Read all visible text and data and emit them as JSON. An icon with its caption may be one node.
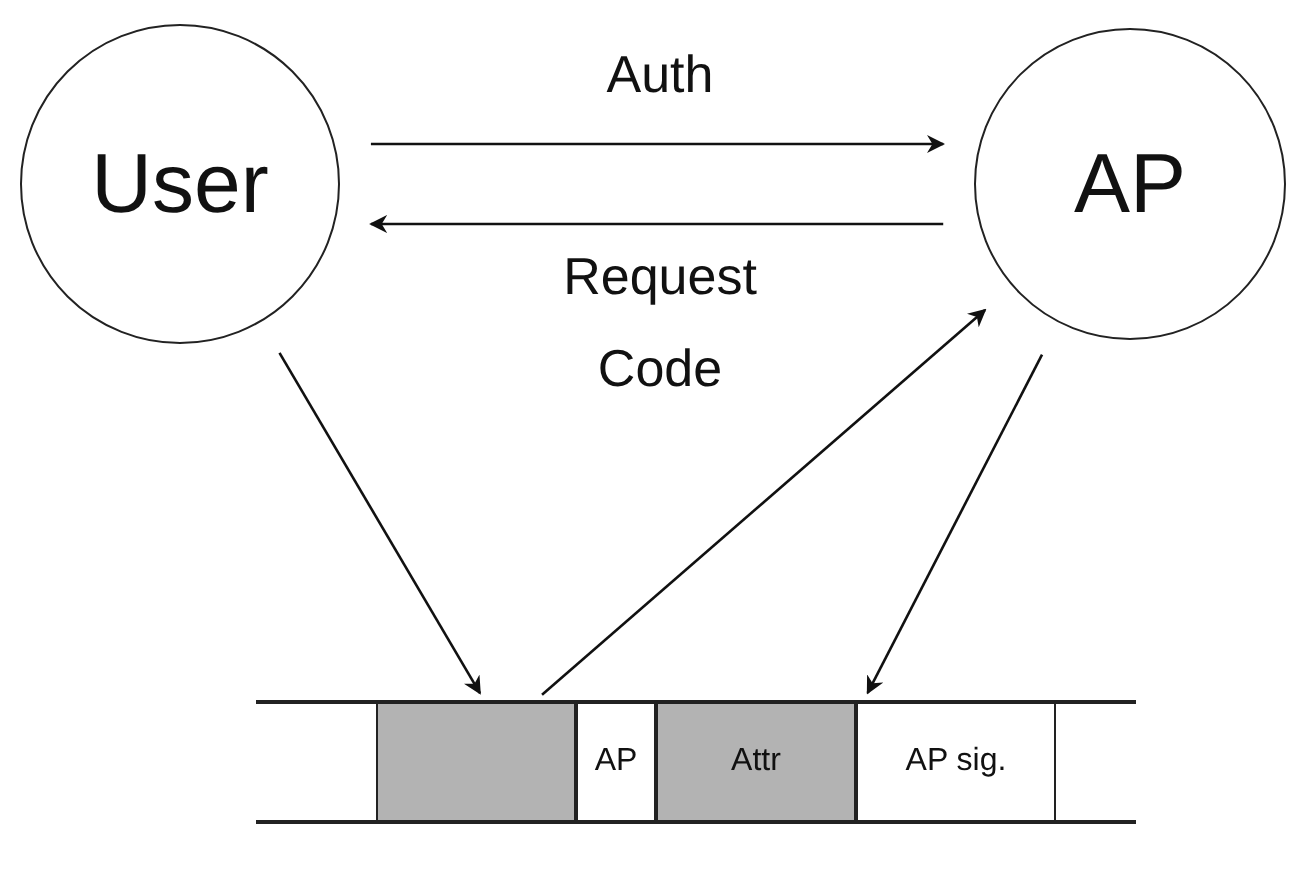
{
  "diagram": {
    "nodes": [
      {
        "text": [
          "User"
        ]
      },
      {
        "text": [
          "AP"
        ]
      },
      {
        "text": [],
        "shape": "bar"
      },
      {
        "text": [],
        "shape": "box",
        "in": 2
      },
      {
        "text": [
          "AP"
        ],
        "in": 2
      },
      {
        "text": [
          "Attr"
        ],
        "in": 2
      },
      {
        "text": [
          "AP sig."
        ],
        "in": 2
      }
    ],
    "edges": [
      {
        "from": 0,
        "to": 1,
        "arrow": "to",
        "label": "Auth"
      },
      {
        "from": 1,
        "to": 0,
        "arrow": "to",
        "label": "Request Code"
      },
      {
        "from": 0,
        "to": 3,
        "arrow": "to"
      },
      {
        "from": 3,
        "to": 1,
        "arrow": "to"
      },
      {
        "from": 1,
        "to": 6,
        "arrow": "to"
      }
    ]
  }
}
